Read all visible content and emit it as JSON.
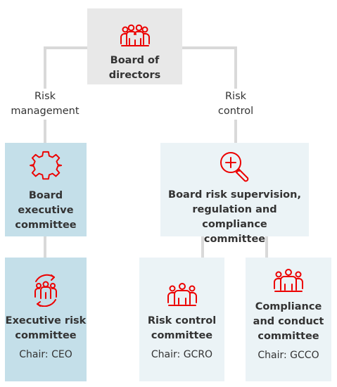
{
  "colors": {
    "accent": "#ec0000",
    "board_fill": "#e8e8e8",
    "connector": "#d9d9d9",
    "mgmt_fill": "#c4dfe9",
    "control_fill": "#ebf3f6"
  },
  "board": {
    "line1": "Board of",
    "line2": "directors",
    "icon": "people-group-icon"
  },
  "edges": {
    "risk_management": {
      "line1": "Risk",
      "line2": "management"
    },
    "risk_control": {
      "line1": "Risk",
      "line2": "control"
    }
  },
  "board_exec": {
    "line1": "Board",
    "line2": "executive",
    "line3": "committee",
    "icon": "gear-icon"
  },
  "board_risk": {
    "line1": "Board risk supervision,",
    "line2": "regulation and compliance",
    "line3": "committee",
    "icon": "magnifier-plus-icon"
  },
  "exec_risk": {
    "line1": "Executive risk",
    "line2": "committee",
    "chair": "Chair: CEO",
    "icon": "people-cycle-icon"
  },
  "risk_ctrl": {
    "line1": "Risk control",
    "line2": "committee",
    "chair": "Chair: GCRO",
    "icon": "people-group-icon"
  },
  "compliance": {
    "line1": "Compliance",
    "line2": "and conduct",
    "line3": "committee",
    "chair": "Chair: GCCO",
    "icon": "people-group-icon"
  }
}
